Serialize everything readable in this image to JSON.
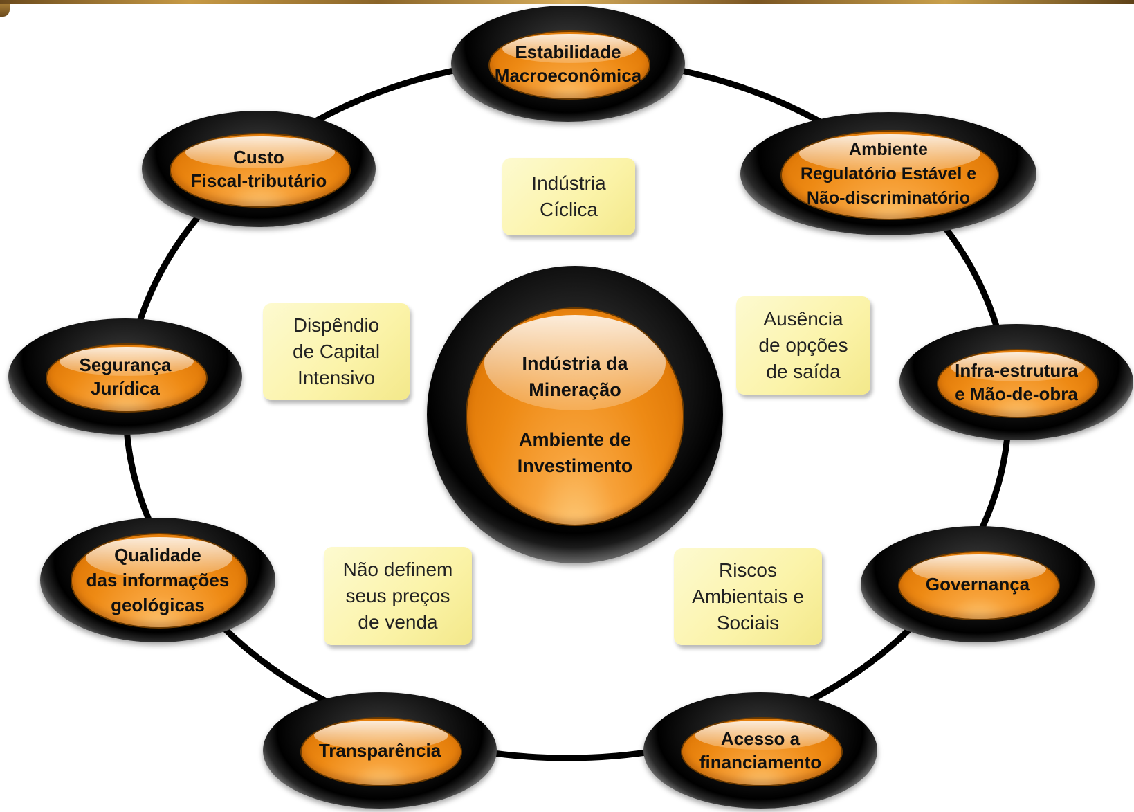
{
  "diagram": {
    "center": {
      "title_lines": [
        "Indústria da",
        "Mineração"
      ],
      "subtitle_lines": [
        "Ambiente de",
        "Investimento"
      ]
    },
    "nodes": [
      {
        "id": "estabilidade-macroeconomica",
        "lines": [
          "Estabilidade",
          "Macroeconômica"
        ]
      },
      {
        "id": "ambiente-regulatorio",
        "lines": [
          "Ambiente",
          "Regulatório Estável e",
          "Não-discriminatório"
        ]
      },
      {
        "id": "infra-estrutura",
        "lines": [
          "Infra-estrutura",
          "e Mão-de-obra"
        ]
      },
      {
        "id": "governanca",
        "lines": [
          "Governança"
        ]
      },
      {
        "id": "acesso-financiamento",
        "lines": [
          "Acesso a",
          "financiamento"
        ]
      },
      {
        "id": "transparencia",
        "lines": [
          "Transparência"
        ]
      },
      {
        "id": "qualidade-informacoes",
        "lines": [
          "Qualidade",
          "das informações",
          "geológicas"
        ]
      },
      {
        "id": "seguranca-juridica",
        "lines": [
          "Segurança",
          "Jurídica"
        ]
      },
      {
        "id": "custo-fiscal",
        "lines": [
          "Custo",
          "Fiscal-tributário"
        ]
      }
    ],
    "notes": [
      {
        "id": "industria-ciclica",
        "lines": [
          "Indústria",
          "Cíclica"
        ]
      },
      {
        "id": "dispendio-capital",
        "lines": [
          "Dispêndio",
          "de Capital",
          "Intensivo"
        ]
      },
      {
        "id": "ausencia-opcoes",
        "lines": [
          "Ausência",
          "de opções",
          "de saída"
        ]
      },
      {
        "id": "nao-definem-precos",
        "lines": [
          "Não definem",
          "seus preços",
          "de venda"
        ]
      },
      {
        "id": "riscos-ambientais",
        "lines": [
          "Riscos",
          "Ambientais e",
          "Sociais"
        ]
      }
    ],
    "colors": {
      "node_fill": "#ee8a14",
      "node_rim": "#000000",
      "ring": "#000000",
      "note_fill": "#fbf3a8"
    }
  }
}
